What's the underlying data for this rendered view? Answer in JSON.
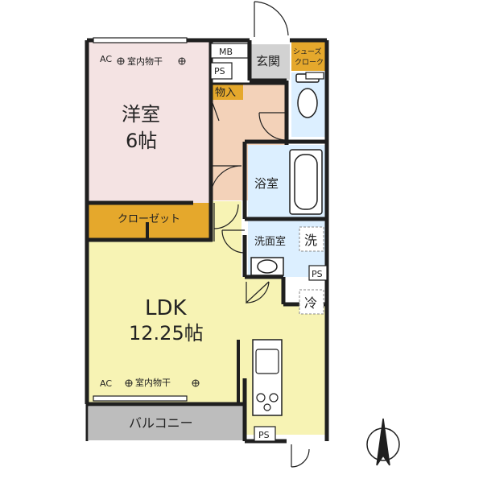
{
  "rooms": {
    "western_room": {
      "name": "洋室",
      "size": "6帖"
    },
    "ldk": {
      "name": "LDK",
      "size": "12.25帖"
    },
    "closet": "クローゼット",
    "storage": "物入",
    "entrance": "玄関",
    "shoes_cloak": {
      "line1": "シューズ",
      "line2": "クローク"
    },
    "bathroom": "浴室",
    "washroom": "洗面室",
    "balcony": "バルコニー"
  },
  "equipment": {
    "ac": "AC",
    "indoor_drying": "室内物干",
    "mb": "MB",
    "ps": "PS",
    "washer": "洗",
    "fridge": "冷"
  },
  "colors": {
    "western_room": "#f4e3e3",
    "ldk": "#f7f3b4",
    "closet": "#e5a82c",
    "hall": "#f3d2b9",
    "wet_area": "#dcefff",
    "balcony": "#bdbdbd",
    "wall": "#1f1f1f"
  }
}
